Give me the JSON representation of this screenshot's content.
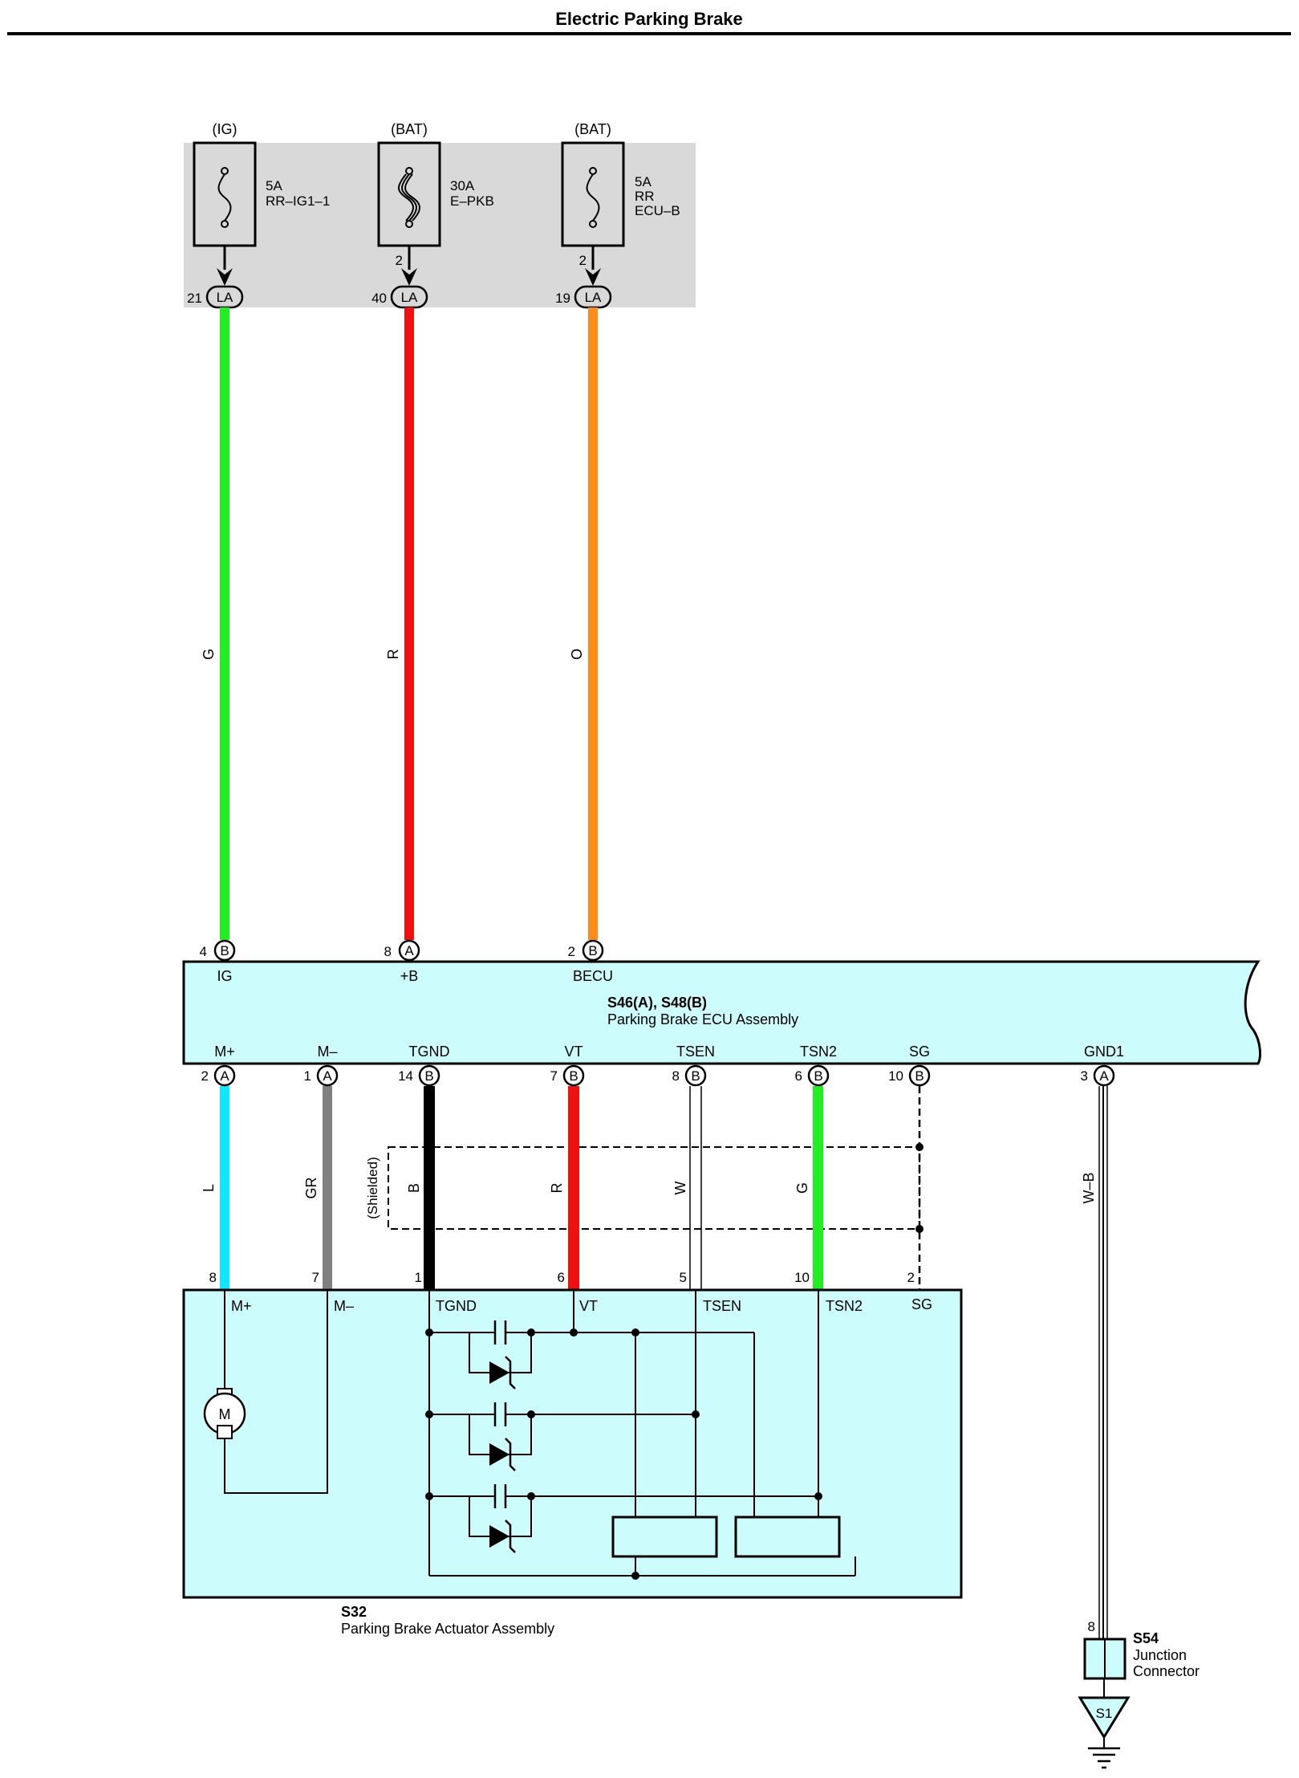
{
  "title": "Electric Parking Brake",
  "colors": {
    "G": "#22ee22",
    "R": "#ee1111",
    "O": "#ff8c1a",
    "L": "#11e6ff",
    "GR": "#808080",
    "B": "#000000",
    "W": "#ffffff",
    "WB": "#ffffff",
    "component_fill": "#ccfcfc",
    "fuse_box_fill": "#d9d9d9"
  },
  "fuses": [
    {
      "source": "(IG)",
      "rating": "5A",
      "name1": "RR–IG1–1",
      "name2": "",
      "name3": "",
      "upper_pin": "",
      "pin": "21",
      "connector": "LA",
      "heavy": false
    },
    {
      "source": "(BAT)",
      "rating": "30A",
      "name1": "E–PKB",
      "name2": "",
      "name3": "",
      "upper_pin": "2",
      "pin": "40",
      "connector": "LA",
      "heavy": true
    },
    {
      "source": "(BAT)",
      "rating": "5A",
      "name1": "RR",
      "name2": "ECU–B",
      "name3": "",
      "upper_pin": "2",
      "pin": "19",
      "connector": "LA",
      "heavy": false
    }
  ],
  "upper_wires": [
    {
      "color_code": "G"
    },
    {
      "color_code": "R"
    },
    {
      "color_code": "O"
    }
  ],
  "ecu": {
    "code": "S46(A), S48(B)",
    "name": "Parking Brake ECU Assembly",
    "top_pins": [
      {
        "num": "4",
        "connector": "B",
        "terminal": "IG"
      },
      {
        "num": "8",
        "connector": "A",
        "terminal": "+B"
      },
      {
        "num": "2",
        "connector": "B",
        "terminal": "BECU"
      }
    ],
    "bottom_pins": [
      {
        "num": "2",
        "connector": "A",
        "terminal": "M+"
      },
      {
        "num": "1",
        "connector": "A",
        "terminal": "M–"
      },
      {
        "num": "14",
        "connector": "B",
        "terminal": "TGND"
      },
      {
        "num": "7",
        "connector": "B",
        "terminal": "VT"
      },
      {
        "num": "8",
        "connector": "B",
        "terminal": "TSEN"
      },
      {
        "num": "6",
        "connector": "B",
        "terminal": "TSN2"
      },
      {
        "num": "10",
        "connector": "B",
        "terminal": "SG"
      },
      {
        "num": "3",
        "connector": "A",
        "terminal": "GND1"
      }
    ]
  },
  "lower_wires": [
    {
      "color_code": "L",
      "actuator_pin": "8",
      "actuator_terminal": "M+"
    },
    {
      "color_code": "GR",
      "actuator_pin": "7",
      "actuator_terminal": "M–"
    },
    {
      "color_code": "B",
      "actuator_pin": "1",
      "actuator_terminal": "TGND"
    },
    {
      "color_code": "R",
      "actuator_pin": "6",
      "actuator_terminal": "VT"
    },
    {
      "color_code": "W",
      "actuator_pin": "5",
      "actuator_terminal": "TSEN"
    },
    {
      "color_code": "G",
      "actuator_pin": "10",
      "actuator_terminal": "TSN2"
    },
    {
      "color_code": "",
      "actuator_pin": "2",
      "actuator_terminal": "SG"
    },
    {
      "color_code": "W–B",
      "actuator_pin": "",
      "actuator_terminal": ""
    }
  ],
  "shielded_label": "(Shielded)",
  "actuator": {
    "code": "S32",
    "name": "Parking Brake Actuator Assembly",
    "motor_label": "M"
  },
  "junction": {
    "code": "S54",
    "name_line1": "Junction",
    "name_line2": "Connector",
    "pin": "8"
  },
  "ground": {
    "label": "S1"
  }
}
